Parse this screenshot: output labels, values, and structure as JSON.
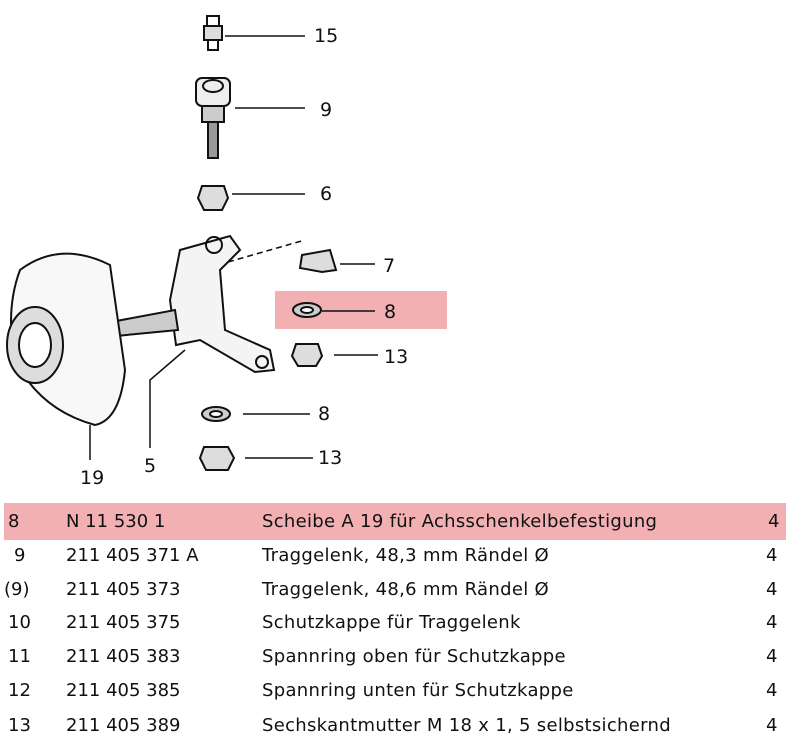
{
  "highlight_color": "#f2b0b3",
  "callouts": {
    "c15": "15",
    "c9": "9",
    "c6": "6",
    "c7": "7",
    "c8a": "8",
    "c13a": "13",
    "c8b": "8",
    "c13b": "13",
    "c5": "5",
    "c19": "19"
  },
  "parts": [
    {
      "no": "8",
      "part_number": "N 11 530 1",
      "description": "Scheibe A 19 für Achsschenkelbefestigung",
      "qty": "4",
      "highlighted": true
    },
    {
      "no": "9",
      "part_number": "211 405 371 A",
      "description": "Traggelenk, 48,3 mm Rändel Ø",
      "qty": "4"
    },
    {
      "no": "(9)",
      "part_number": "211 405 373",
      "description": "Traggelenk, 48,6 mm Rändel Ø",
      "qty": "4"
    },
    {
      "no": "10",
      "part_number": "211 405 375",
      "description": "Schutzkappe für Traggelenk",
      "qty": "4"
    },
    {
      "no": "11",
      "part_number": "211 405 383",
      "description": "Spannring oben für Schutzkappe",
      "qty": "4"
    },
    {
      "no": "12",
      "part_number": "211 405 385",
      "description": "Spannring unten für Schutzkappe",
      "qty": "4"
    },
    {
      "no": "13",
      "part_number": "211 405 389",
      "description": "Sechskantmutter M 18 x 1, 5 selbstsichernd",
      "qty": "4"
    }
  ]
}
